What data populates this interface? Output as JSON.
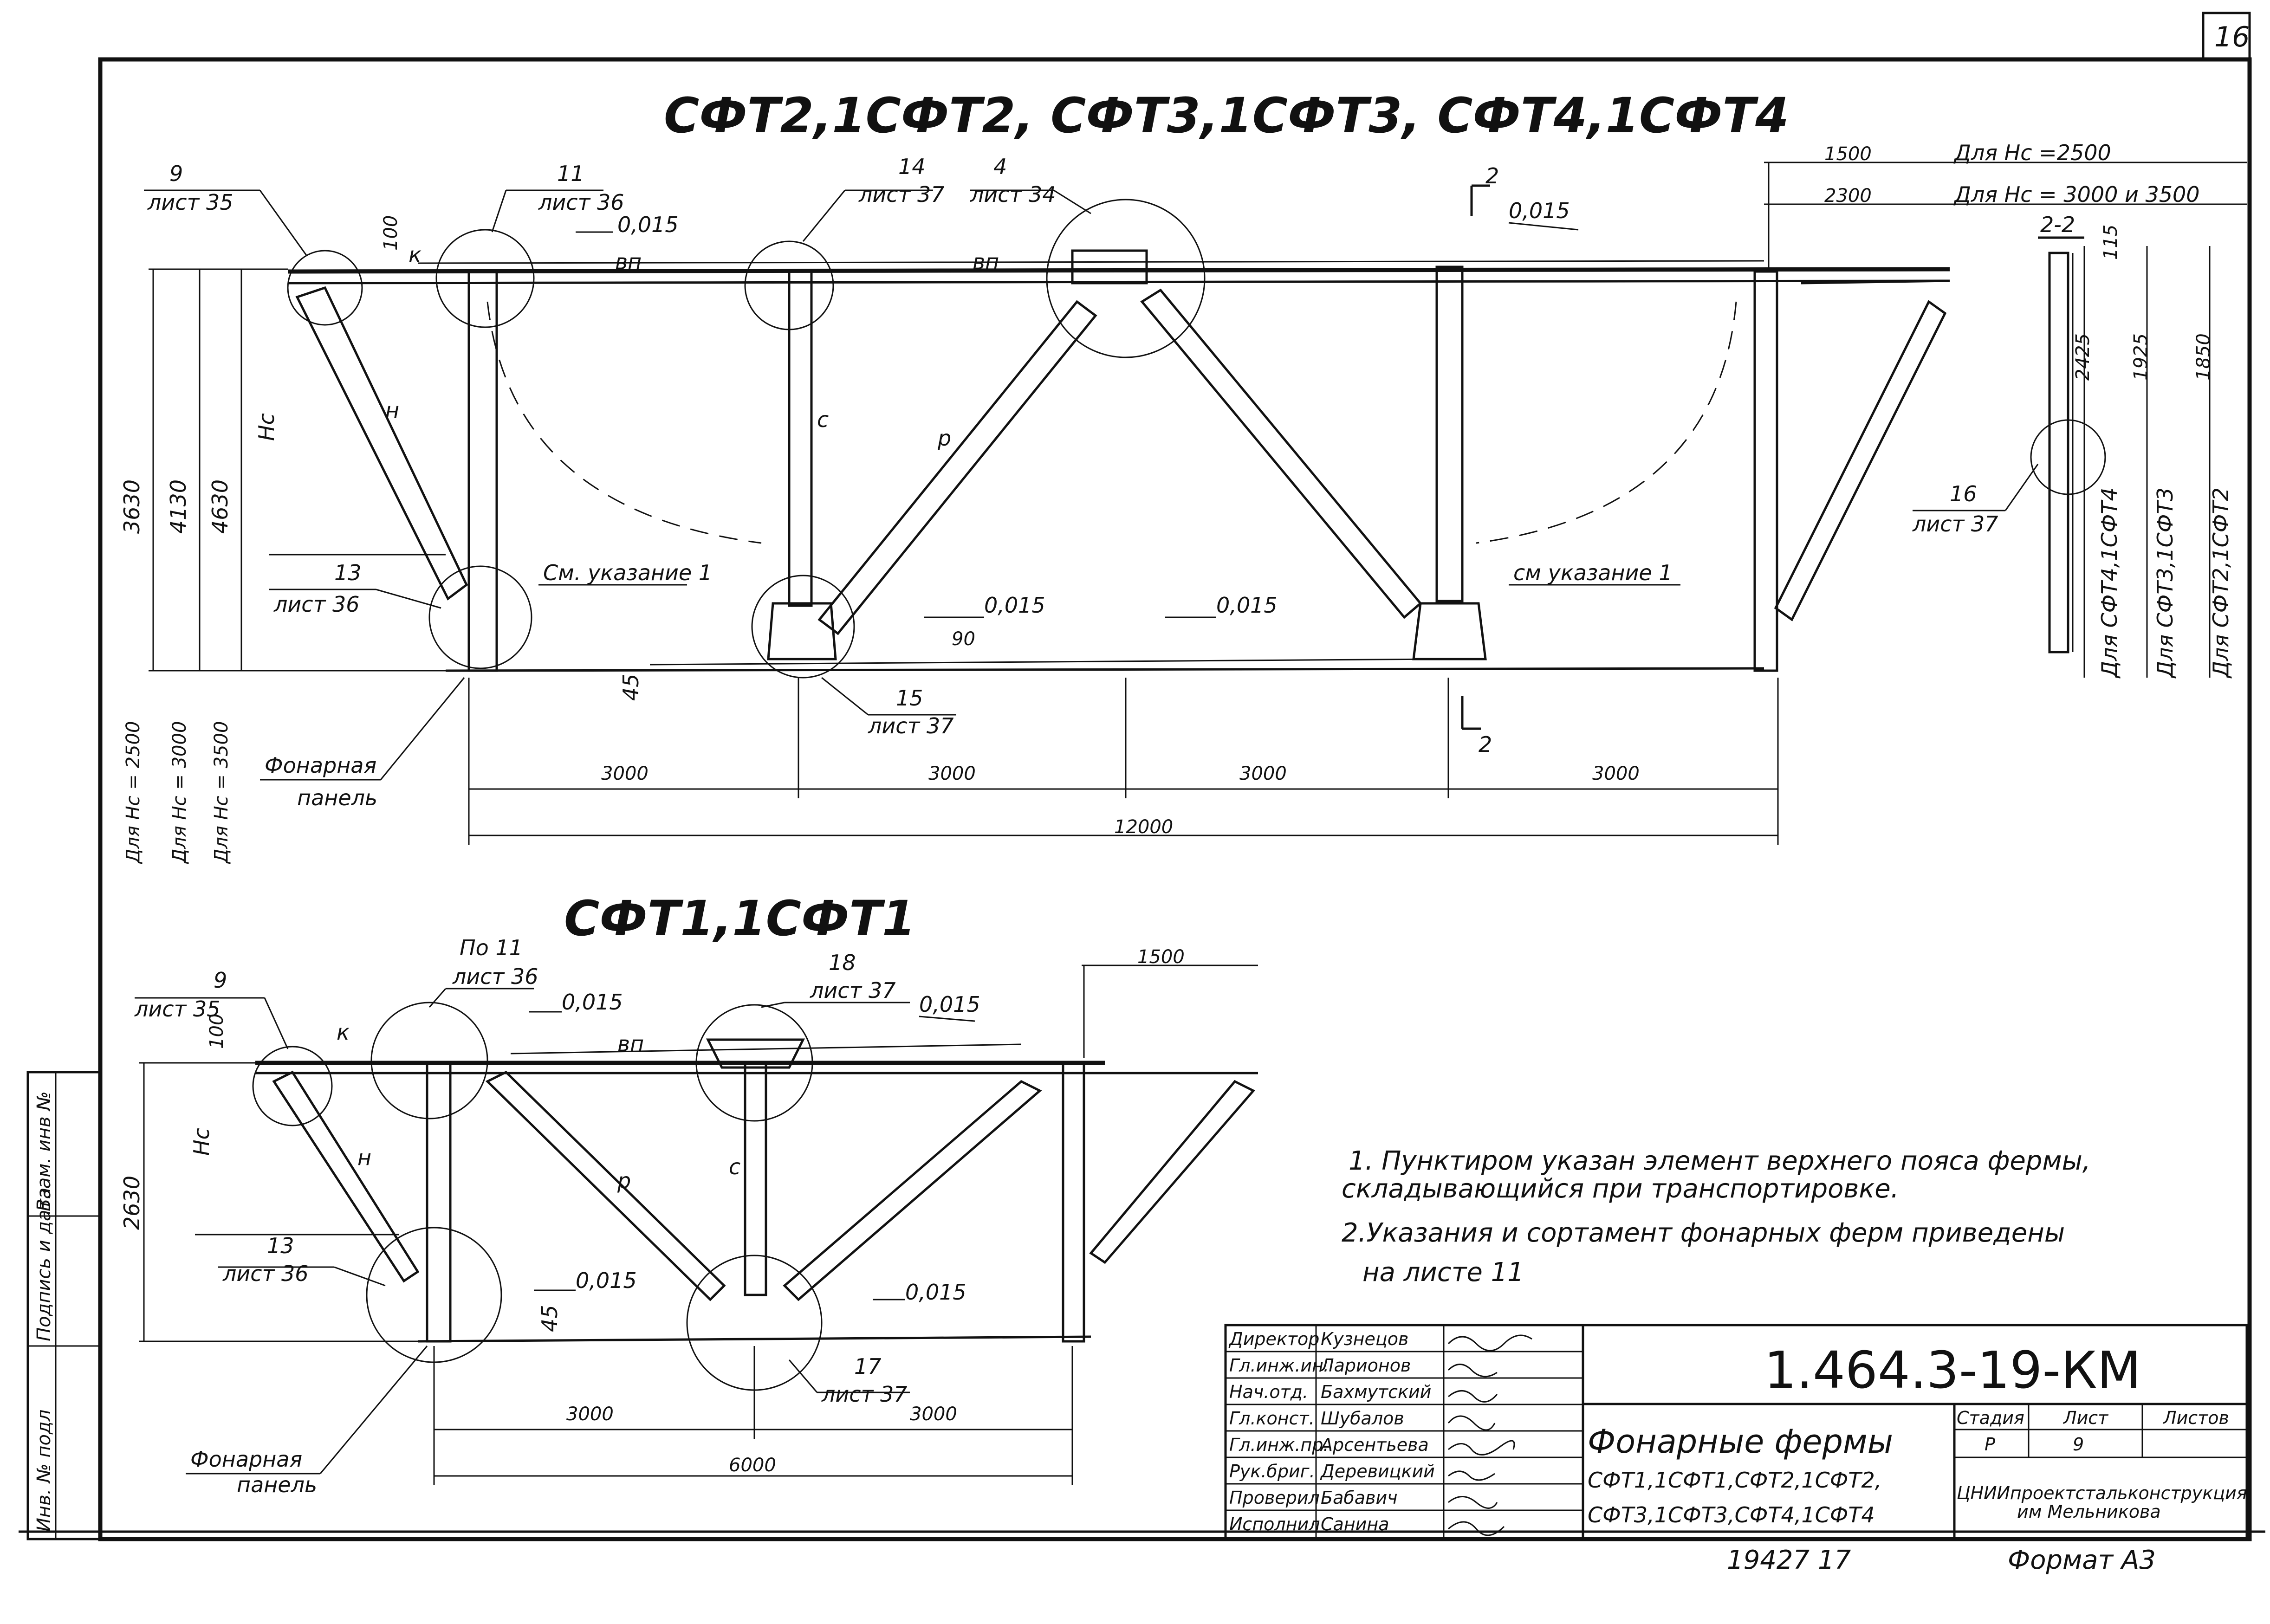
{
  "sheet_number": "16",
  "top_truss": {
    "title": "СФТ2,1СФТ2, СФТ3,1СФТ3, СФТ4,1СФТ4",
    "callouts": {
      "n9": "9",
      "n9_sheet": "лист 35",
      "n11": "11",
      "n11_sheet": "лист 36",
      "n14": "14",
      "n14_sheet": "лист 37",
      "n4": "4",
      "n4_sheet": "лист 34",
      "n13": "13",
      "n13_sheet": "лист 36",
      "n15": "15",
      "n15_sheet": "лист 37",
      "n16": "16",
      "n16_sheet": "лист 37"
    },
    "slopes": [
      "0,015",
      "0,015",
      "0,015",
      "0,015"
    ],
    "members": {
      "k": "к",
      "vp": "вп",
      "vp2": "вп",
      "n": "н",
      "s": "с",
      "r": "р",
      "hc": "Hc"
    },
    "dims": {
      "d100": "100",
      "d90": "90",
      "d45": "45",
      "h3630": "3630",
      "h4130": "4130",
      "h4630": "4630",
      "span_parts": [
        "3000",
        "3000",
        "3000",
        "3000"
      ],
      "span_total": "12000",
      "d1500": "1500",
      "d2300": "2300"
    },
    "for_hc": [
      "Для Hc =2500",
      "Для Hc = 3000 и 3500"
    ],
    "left_heights_for": [
      "Для Hc = 2500",
      "Для Hc = 3000",
      "Для Hc = 3500"
    ],
    "see_note_left": "См. указание 1",
    "see_note_right": "см указание 1",
    "panel_label": [
      "Фонарная",
      "панель"
    ],
    "section_mark": "2",
    "section": {
      "title": "2-2",
      "dims": [
        "115",
        "2425",
        "1925",
        "1850"
      ],
      "for_types": [
        "Для СФТ4,1СФТ4",
        "Для СФТ3,1СФТ3",
        "Для СФТ2,1СФТ2"
      ]
    }
  },
  "bottom_truss": {
    "title": "СФТ1,1СФТ1",
    "callouts": {
      "n9": "9",
      "n9_sheet": "лист 35",
      "n11": "По 11",
      "n11_sheet": "лист 36",
      "n18": "18",
      "n18_sheet": "лист 37",
      "n13": "13",
      "n13_sheet": "лист 36",
      "n17": "17",
      "n17_sheet": "лист 37"
    },
    "slopes": [
      "0,015",
      "0,015",
      "0,015",
      "0,015"
    ],
    "members": {
      "k": "к",
      "vp": "вп",
      "n": "н",
      "r": "р",
      "s": "с",
      "hc": "Hc"
    },
    "dims": {
      "d100": "100",
      "d1500": "1500",
      "d2630": "2630",
      "d45": "45",
      "span_parts": [
        "3000",
        "3000"
      ],
      "span_total": "6000"
    },
    "panel_label": [
      "Фонарная",
      "панель"
    ]
  },
  "notes": [
    "1. Пунктиром указан элемент верхнего пояса фермы,",
    "складывающийся при транспортировке.",
    "2.Указания и сортамент   фонарных   ферм  приведены",
    "на  листе 11"
  ],
  "side_stamp": [
    "Инв. № подл",
    "Подпись и дата",
    "Взам. инв №"
  ],
  "title_block": {
    "people": [
      {
        "role": "Директор",
        "name": "Кузнецов"
      },
      {
        "role": "Гл.инж.ин.",
        "name": "Ларионов"
      },
      {
        "role": "Нач.отд.",
        "name": "Бахмутский"
      },
      {
        "role": "Гл.конст.",
        "name": "Шубалов"
      },
      {
        "role": "Гл.инж.пр.",
        "name": "Арсентьева"
      },
      {
        "role": "Рук.бриг.",
        "name": "Деревицкий"
      },
      {
        "role": "Проверил",
        "name": "Бабавич"
      },
      {
        "role": "Исполнил",
        "name": "Санина"
      }
    ],
    "code": "1.464.3-19-КМ",
    "name": "Фонарные фермы",
    "subname1": "СФТ1,1СФТ1,СФТ2,1СФТ2,",
    "subname2": "СФТ3,1СФТ3,СФТ4,1СФТ4",
    "stage_label": "Стадия",
    "stage": "Р",
    "sheet_label": "Лист",
    "sheet": "9",
    "sheets_label": "Листов",
    "sheets": "",
    "org": "ЦНИИпроектстальконструкция",
    "org2": "им Мельникова",
    "below_code": "19427   17",
    "format": "Формат А3"
  }
}
